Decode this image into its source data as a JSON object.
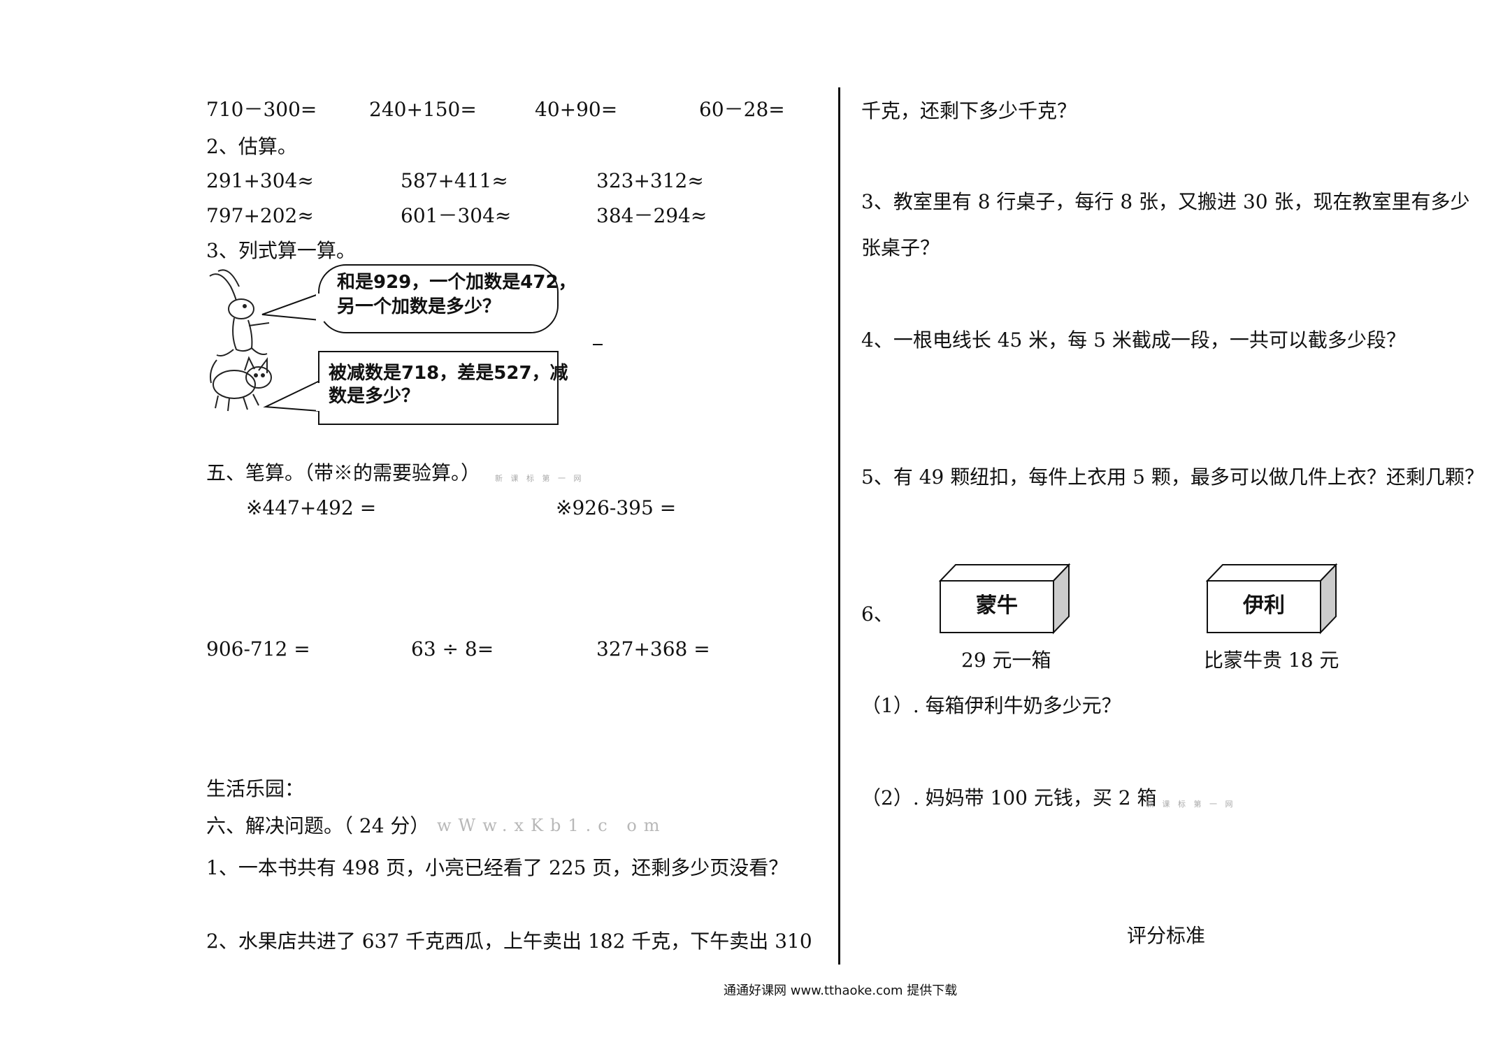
{
  "left": {
    "row1": [
      "710－300=",
      "240+150=",
      "40+90=",
      "60－28="
    ],
    "estimate_heading": "2、估算。",
    "estimate_row1": [
      "291+304≈",
      "587+411≈",
      "323+312≈"
    ],
    "estimate_row2": [
      "797+202≈",
      "601－304≈",
      "384－294≈"
    ],
    "list_heading": "3、列式算一算。",
    "bubble1": [
      "和是929，一个加数是472，",
      "另一个加数是多少？"
    ],
    "bubble2": [
      "被减数是718，差是527，减",
      "数是多少？"
    ],
    "section5_heading": "五、笔算。（带※的需要验算。）",
    "section5_mark": "新 课 标 第 一 网",
    "verify_items": [
      "※447+492 =",
      "※926-395 ="
    ],
    "calc_items": [
      "906-712 =",
      "63 ÷ 8=",
      "327+368 ="
    ],
    "life_heading": "生活乐园：",
    "section6_heading": "六、解决问题。（ 24 分）",
    "section6_watermark": "wWw.xKb1.c om",
    "problem1": "1、一本书共有 498 页，小亮已经看了 225 页，还剩多少页没看？",
    "problem2": "2、水果店共进了 637 千克西瓜，上午卖出 182 千克，下午卖出 310"
  },
  "right": {
    "problem2_cont": "千克，还剩下多少千克？",
    "problem3_line1": "3、教室里有 8 行桌子，每行 8 张，又搬进 30 张，现在教室里有多少",
    "problem3_line2": "张桌子？",
    "problem4": "4、一根电线长 45 米，每 5 米截成一段，一共可以截多少段？",
    "problem5": "5、有 49 颗纽扣，每件上衣用 5 颗，最多可以做几件上衣？还剩几颗？",
    "problem6_num": "6、",
    "box1_label": "蒙牛",
    "box1_price": "29 元一箱",
    "box2_label": "伊利",
    "box2_price": "比蒙牛贵 18 元",
    "sub1": "（1）. 每箱伊利牛奶多少元？",
    "sub2": "（2）. 妈妈带 100 元钱，买 2 箱",
    "sub2_mark": "新 课 标 第 一 网",
    "scoring": "评分标准"
  },
  "footer": "通通好课网 www.tthaoke.com 提供下载"
}
